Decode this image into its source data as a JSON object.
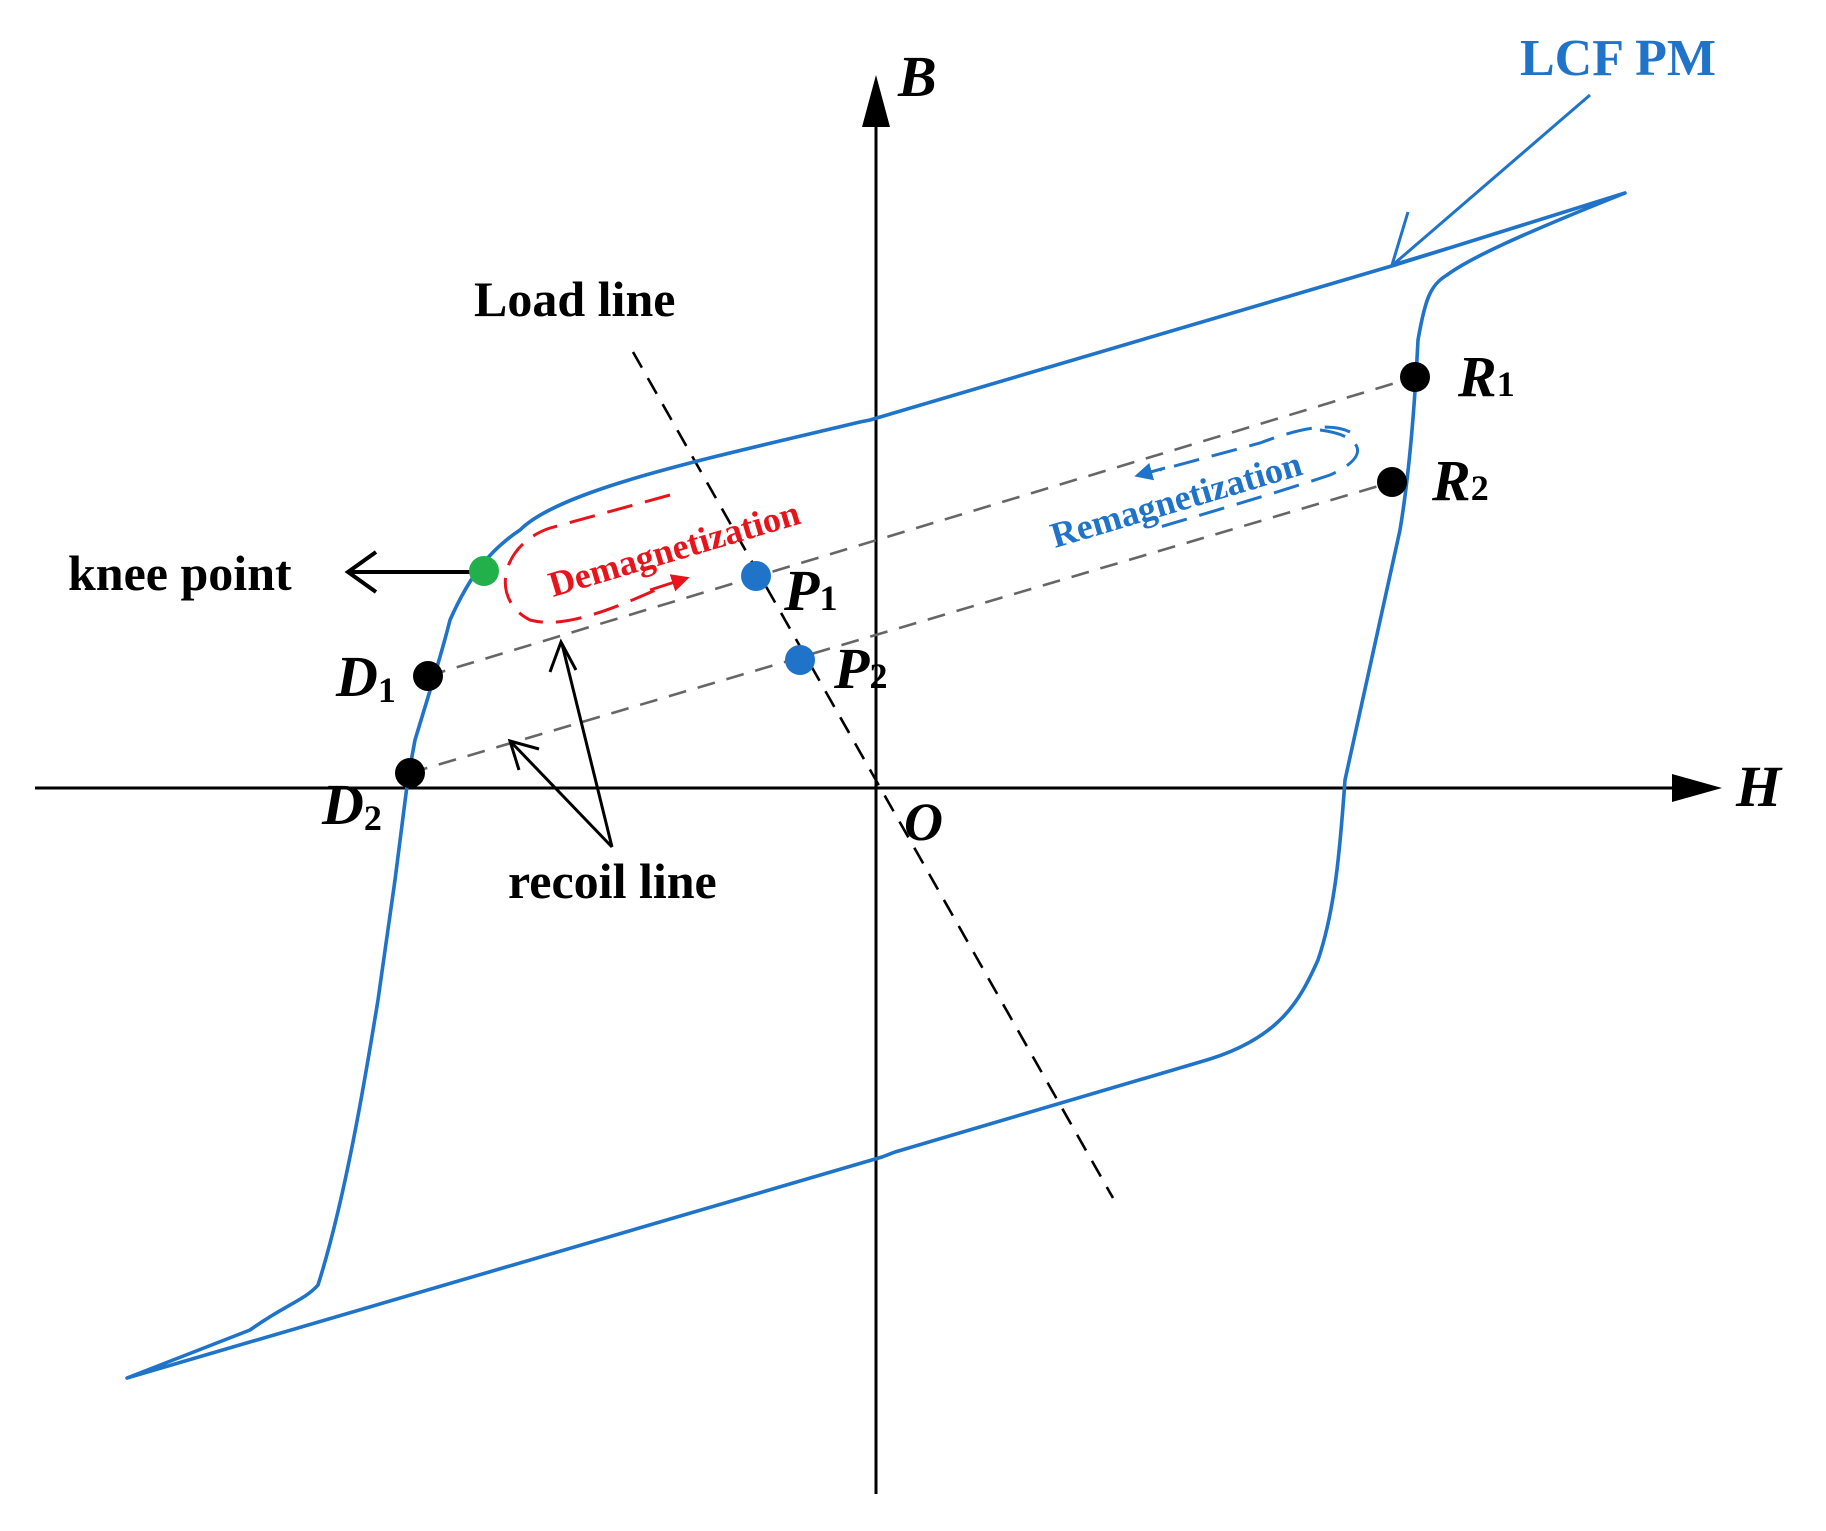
{
  "axes": {
    "h_label": "H",
    "b_label": "B",
    "origin_label": "O"
  },
  "labels": {
    "lcf_pm": "LCF PM",
    "load_line": "Load line",
    "knee_point": "knee point",
    "recoil_line": "recoil line",
    "demagnetization": "Demagnetization",
    "remagnetization": "Remagnetization"
  },
  "points": {
    "d1": {
      "letter": "D",
      "sub": "1"
    },
    "d2": {
      "letter": "D",
      "sub": "2"
    },
    "p1": {
      "letter": "P",
      "sub": "1"
    },
    "p2": {
      "letter": "P",
      "sub": "2"
    },
    "r1": {
      "letter": "R",
      "sub": "1"
    },
    "r2": {
      "letter": "R",
      "sub": "2"
    }
  },
  "colors": {
    "curve": "#1f73c8",
    "knee_point": "#22b04a",
    "operating_point": "#1f73c8",
    "demag": "#e8141b",
    "remag": "#1f73c8",
    "axis": "#000000",
    "guide": "#666666"
  }
}
